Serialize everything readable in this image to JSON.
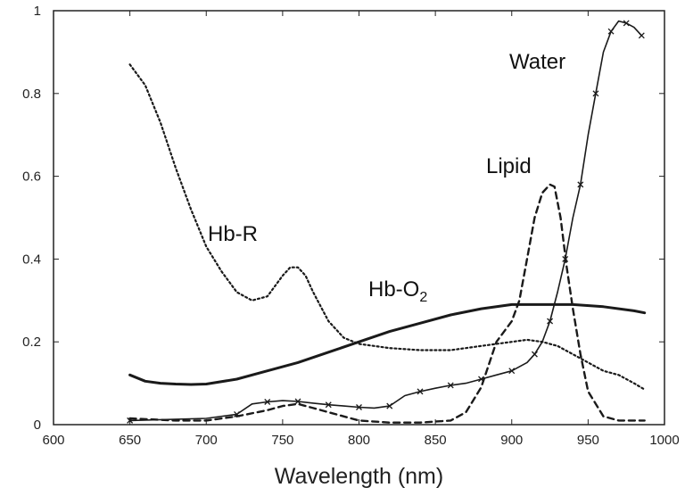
{
  "chart_data": {
    "type": "line",
    "xlabel": "Wavelength (nm)",
    "ylabel": "",
    "title": "",
    "xlim": [
      600,
      1000
    ],
    "ylim": [
      0,
      1
    ],
    "x_ticks": [
      600,
      650,
      700,
      750,
      800,
      850,
      900,
      950,
      1000
    ],
    "y_ticks": [
      0,
      0.2,
      0.4,
      0.6,
      0.8,
      1
    ],
    "y_tick_labels": [
      "0",
      "0.2",
      "0.4",
      "0.6",
      "0.8",
      "1"
    ],
    "grid": false,
    "legend": "none (series labelled directly on plot)",
    "series": [
      {
        "name": "Hb-R",
        "label_text": "Hb-R",
        "style": "dotted",
        "x": [
          650,
          660,
          670,
          680,
          690,
          700,
          710,
          720,
          730,
          740,
          750,
          755,
          760,
          765,
          770,
          780,
          790,
          800,
          820,
          840,
          860,
          880,
          900,
          910,
          920,
          930,
          940,
          950,
          960,
          970,
          980,
          987
        ],
        "y": [
          0.87,
          0.82,
          0.73,
          0.62,
          0.52,
          0.43,
          0.37,
          0.32,
          0.3,
          0.31,
          0.36,
          0.38,
          0.38,
          0.36,
          0.32,
          0.25,
          0.21,
          0.195,
          0.185,
          0.18,
          0.18,
          0.19,
          0.2,
          0.205,
          0.2,
          0.19,
          0.17,
          0.15,
          0.13,
          0.12,
          0.1,
          0.085
        ]
      },
      {
        "name": "Hb-O2",
        "label_text": "Hb-O",
        "label_subscript": "2",
        "style": "solid-thick",
        "x": [
          650,
          660,
          670,
          680,
          690,
          700,
          720,
          740,
          760,
          780,
          800,
          820,
          840,
          860,
          880,
          900,
          920,
          940,
          960,
          980,
          987
        ],
        "y": [
          0.12,
          0.105,
          0.1,
          0.098,
          0.097,
          0.098,
          0.11,
          0.13,
          0.15,
          0.175,
          0.2,
          0.225,
          0.245,
          0.265,
          0.28,
          0.29,
          0.29,
          0.29,
          0.285,
          0.275,
          0.27
        ]
      },
      {
        "name": "Lipid",
        "label_text": "Lipid",
        "style": "dashed",
        "x": [
          650,
          680,
          700,
          720,
          740,
          750,
          760,
          770,
          780,
          800,
          820,
          840,
          860,
          870,
          880,
          890,
          900,
          905,
          910,
          915,
          920,
          925,
          928,
          932,
          936,
          940,
          945,
          950,
          960,
          970,
          980,
          987
        ],
        "y": [
          0.015,
          0.01,
          0.01,
          0.02,
          0.035,
          0.045,
          0.05,
          0.04,
          0.03,
          0.01,
          0.005,
          0.005,
          0.01,
          0.03,
          0.09,
          0.2,
          0.25,
          0.3,
          0.4,
          0.5,
          0.56,
          0.58,
          0.575,
          0.5,
          0.38,
          0.28,
          0.17,
          0.08,
          0.02,
          0.01,
          0.01,
          0.01
        ]
      },
      {
        "name": "Water",
        "label_text": "Water",
        "style": "solid-thin-with-x-markers",
        "x": [
          650,
          700,
          720,
          730,
          740,
          750,
          760,
          770,
          780,
          790,
          800,
          810,
          820,
          830,
          840,
          850,
          860,
          870,
          880,
          890,
          900,
          910,
          915,
          920,
          925,
          930,
          935,
          940,
          945,
          950,
          955,
          960,
          965,
          970,
          975,
          980,
          985
        ],
        "y": [
          0.01,
          0.015,
          0.025,
          0.05,
          0.055,
          0.058,
          0.056,
          0.052,
          0.048,
          0.045,
          0.042,
          0.04,
          0.045,
          0.07,
          0.08,
          0.088,
          0.095,
          0.1,
          0.11,
          0.12,
          0.13,
          0.15,
          0.17,
          0.2,
          0.25,
          0.32,
          0.4,
          0.5,
          0.58,
          0.7,
          0.8,
          0.9,
          0.95,
          0.975,
          0.97,
          0.96,
          0.94
        ]
      }
    ],
    "colors": {
      "axis": "#222222",
      "series": "#1a1a1a"
    }
  }
}
